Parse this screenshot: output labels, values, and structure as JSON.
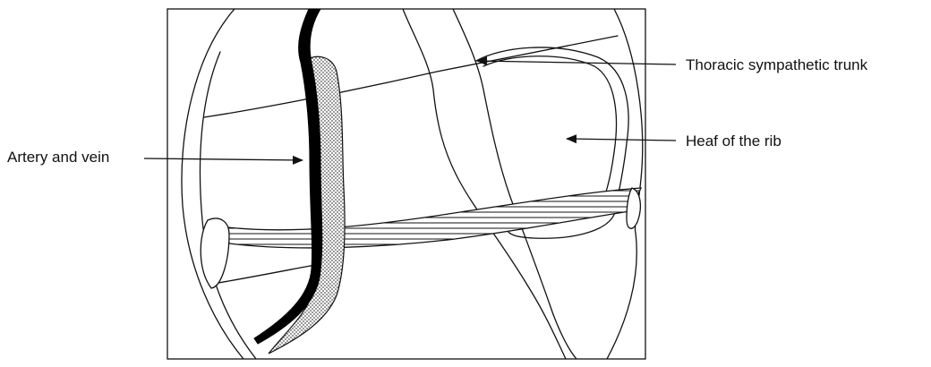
{
  "figure": {
    "labels": {
      "artery_and_vein": "Artery and vein",
      "sympathetic_trunk": "Thoracic sympathetic trunk",
      "head_of_rib": "Heaf of the rib"
    },
    "colors": {
      "ink": "#111111",
      "background": "#ffffff",
      "stipple": "#9a9a9a",
      "vessel": "#000000"
    }
  }
}
